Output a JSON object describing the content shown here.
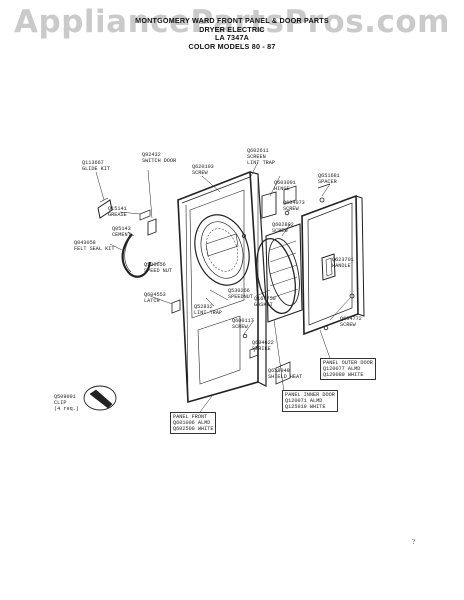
{
  "watermark": "AppliancePartsPros.com",
  "header": {
    "line1": "MONTGOMERY WARD FRONT PANEL & DOOR PARTS",
    "line2": "DRYER ELECTRIC",
    "line3": "LA 7347A",
    "line4": "COLOR MODELS 80 - 87"
  },
  "labels": {
    "switch_door": [
      "Q92432",
      "SWITCH DOOR"
    ],
    "lint_trap_top": [
      "Q602611",
      "SCREEN",
      "LINT TRAP"
    ],
    "screw_top": [
      "Q620103",
      "SCREW"
    ],
    "glide_kit": [
      "Q113667",
      "GLIDE KIT"
    ],
    "hinge": [
      "Q603091",
      "HINGE"
    ],
    "spacer": [
      "Q651681",
      "SPACER"
    ],
    "screw_hinge": [
      "Q604073",
      "SCREW"
    ],
    "grease": [
      "Q15141",
      "GREASE"
    ],
    "screw_mid": [
      "Q602802",
      "SCREW"
    ],
    "cement": [
      "Q05143",
      "CEMENT"
    ],
    "handle": [
      "Q623701",
      "HANDLE"
    ],
    "feltseal": [
      "Q043058",
      "FELT SEAL KIT"
    ],
    "speed_nut": [
      "Q530656",
      "SPEED NUT"
    ],
    "latch": [
      "Q604553",
      "LATCH"
    ],
    "speednut2": [
      "Q530266",
      "SPEEDNUT"
    ],
    "gasket": [
      "Q167750",
      "GASKET"
    ],
    "lint_trap2": [
      "Q52832",
      "LINT TRAP"
    ],
    "screw_lower": [
      "Q600117",
      "SCREW"
    ],
    "screw_right": [
      "Q604772",
      "SCREW"
    ],
    "strike": [
      "Q604622",
      "STRIKE"
    ],
    "shield_heat": [
      "Q618948",
      "SHIELD HEAT"
    ],
    "clip": [
      "Q509091",
      "CLIP",
      "(4 req.)"
    ]
  },
  "boxes": {
    "panel_outer_door": [
      "PANEL OUTER DOOR",
      "Q120077 ALMD",
      "Q120080 WHITE"
    ],
    "panel_inner_door": [
      "PANEL INNER DOOR",
      "Q120071 ALMD",
      "Q125019 WHITE"
    ],
    "panel_front": [
      "PANEL FRONT",
      "Q601006 ALMD",
      "Q602500 WHITE"
    ]
  },
  "page_mark": "?"
}
